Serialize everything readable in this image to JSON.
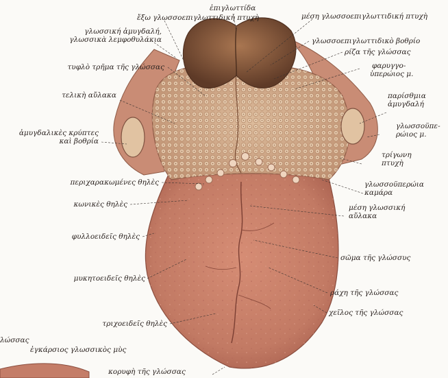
{
  "labels": {
    "outer_glossoepiglottic_fold": "ἔξω γλωσσοεπιγλωττιδική πτυχὴ",
    "epiglottis": "ἐπιγλωττίδα",
    "median_glossoepiglottic_fold": "μέση γλωσσοεπιγλωττιδική πτυχὴ",
    "lingual_tonsil_line1": "γλωσσική ἀμυγδαλή,",
    "lingual_tonsil_line2": "γλωσσικὰ λεμφοθυλάκια",
    "vallecula": "γλωσσοεπιγλωττιδικὸ βοθρίο",
    "foramen_cecum": "τυφλὸ τρῆμα τῆς γλώσσας",
    "tongue_root": "ρίζα τῆς γλώσσας",
    "palatopharyngeus_line1": "φαρυγγο-",
    "palatopharyngeus_line2": "ὑπερώιος μ.",
    "terminal_sulcus": "τελικὴ αὔλακα",
    "palatine_tonsil_line1": "παρίσθμια",
    "palatine_tonsil_line2": "ἀμυγδαλή",
    "tonsillar_crypts_line1": "ἀμυγδαλικὲς κρύπτες",
    "tonsillar_crypts_line2": "καὶ βοθρία",
    "palatoglossus_line1": "γλωσσοϋπε-",
    "palatoglossus_line2": "ρώιος μ.",
    "triangular_fold_line1": "τρίγωνη",
    "triangular_fold_line2": "πτυχὴ",
    "vallate_papillae": "περιχαρακωμένες θηλὲς",
    "palatoglossal_arch_line1": "γλωσσοϋπερώια",
    "palatoglossal_arch_line2": "καμάρα",
    "conical_papillae": "κωνικὲς θηλὲς",
    "median_sulcus_line1": "μέση γλωσσική",
    "median_sulcus_line2": "αὔλακα",
    "foliate_papillae": "φυλλοειδεῖς θηλὲς",
    "tongue_body": "σῶμα τῆς γλώσσυς",
    "fungiform_papillae": "μυκητοειδεῖς θηλὲς",
    "tongue_dorsum": "ράχη τῆς γλώσσας",
    "filiform_papillae": "τριχοειδεῖς θηλὲς",
    "tongue_lip": "χεῖλος τῆς γλώσσας",
    "partial_corner": "λώσσας",
    "transverse_muscle": "ἐγκάρσιος γλωσσικὸς μὺς",
    "tongue_tip": "κορυφὴ τῆς γλώσσας"
  },
  "colors": {
    "tongue": "#c9806a",
    "tongue_shadow": "#a8604f",
    "root": "#d6b08e",
    "epiglottis": "#8a5a3e",
    "leader_line": "#3a3330"
  }
}
